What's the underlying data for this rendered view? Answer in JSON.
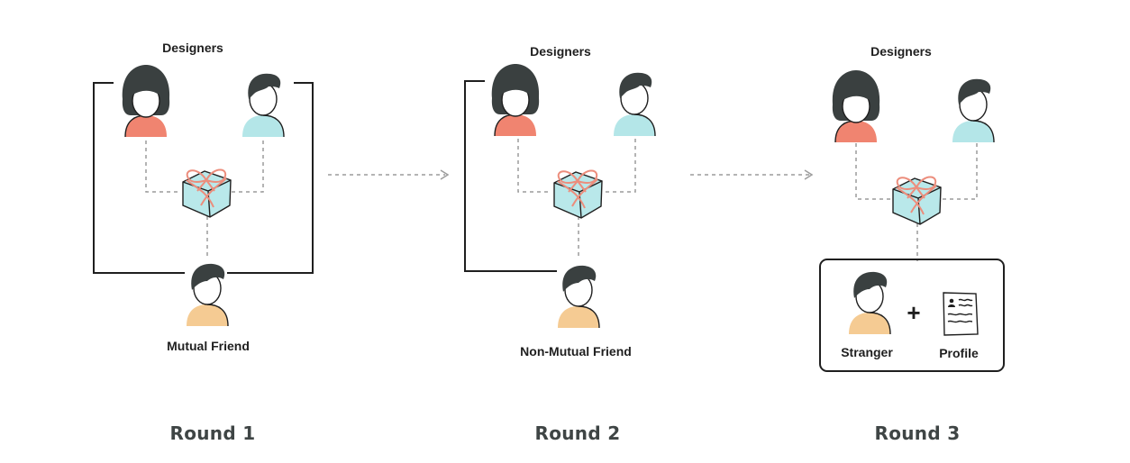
{
  "colors": {
    "coral": "#f08470",
    "teal": "#b4e6e8",
    "peach": "#f5cb93",
    "hair": "#3a4040",
    "ribbon": "#ec8d7c",
    "gift": "#b9e8ea",
    "round_text": "#3f4545"
  },
  "rounds": [
    {
      "designers_label": "Designers",
      "friend_label": "Mutual Friend",
      "round_label": "Round 1"
    },
    {
      "designers_label": "Designers",
      "friend_label": "Non-Mutual Friend",
      "round_label": "Round 2"
    },
    {
      "designers_label": "Designers",
      "stranger_label": "Stranger",
      "plus_symbol": "+",
      "profile_label": "Profile",
      "round_label": "Round 3"
    }
  ],
  "icons": [
    "woman-designer-icon",
    "man-designer-icon",
    "gift-icon",
    "friend-icon",
    "stranger-icon",
    "profile-card-icon",
    "arrow-icon"
  ]
}
